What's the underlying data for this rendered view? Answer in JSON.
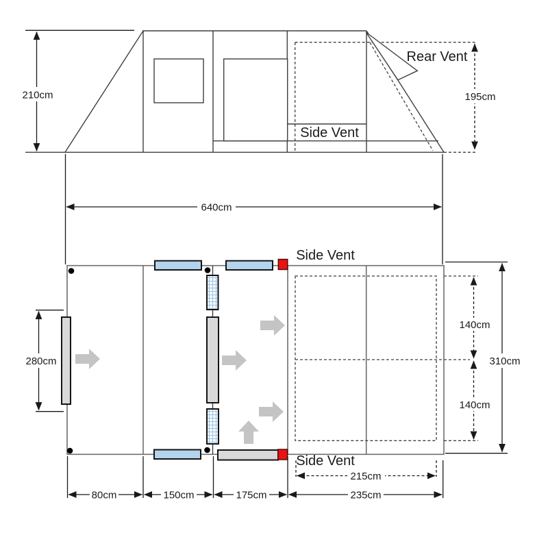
{
  "side_view": {
    "dim_height_left": "210cm",
    "dim_height_right": "195cm",
    "rear_vent_label": "Rear Vent",
    "side_vent_label": "Side Vent"
  },
  "overall": {
    "dim_width": "640cm"
  },
  "floor_plan": {
    "side_vent_top_label": "Side Vent",
    "side_vent_bottom_label": "Side Vent",
    "dim_front_door": "280cm",
    "dim_total_depth": "310cm",
    "dim_bed_area_top": "140cm",
    "dim_bed_area_bottom": "140cm",
    "dim_inner_width": "215cm",
    "dim_section_a": "80cm",
    "dim_section_b": "150cm",
    "dim_section_c": "175cm",
    "dim_section_d": "235cm"
  },
  "colors": {
    "window_blue": "#b4d3ec",
    "vent_red": "#ee1111",
    "panel_gray": "#d9d9d9",
    "arrow_gray": "#c4c4c4",
    "mesh_blue": "#9cc3e4",
    "wall_gray": "#6e6e6e",
    "line_dark": "#3f3f3f",
    "dim_black": "#1a1a1a"
  }
}
